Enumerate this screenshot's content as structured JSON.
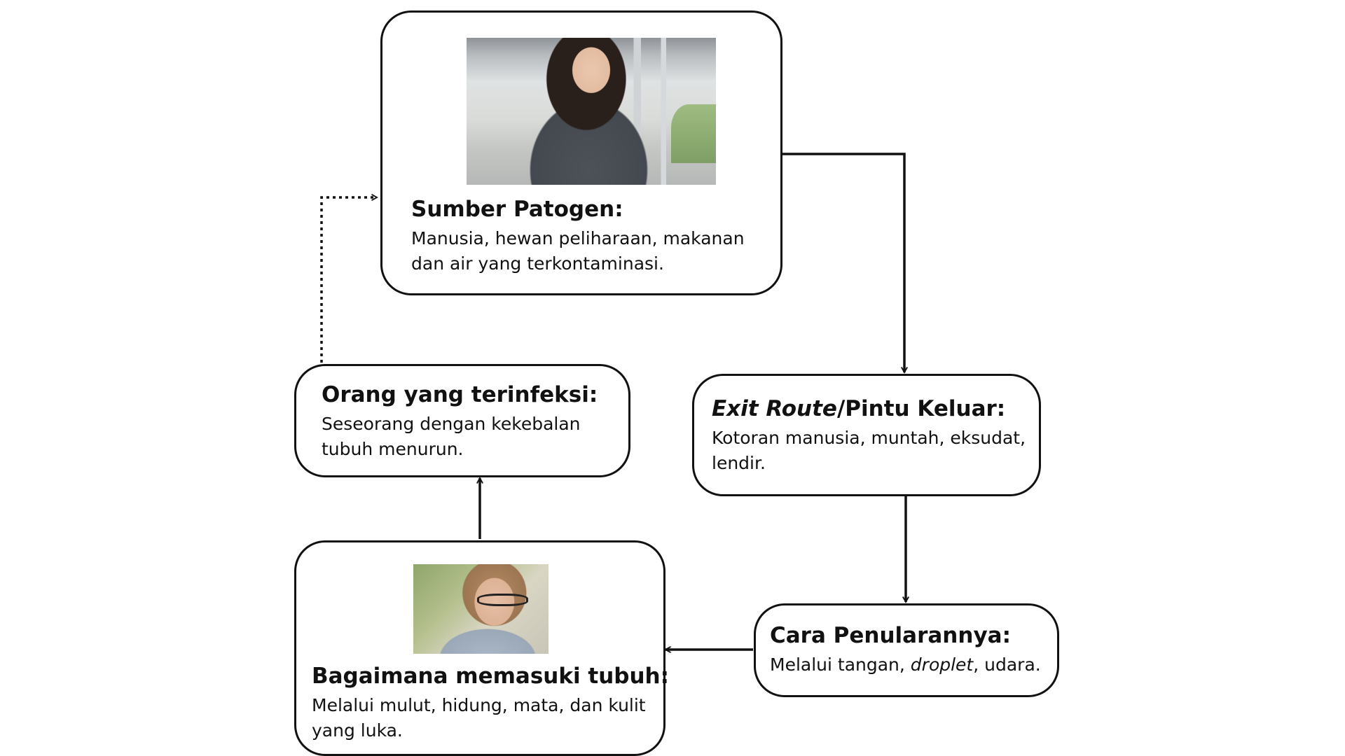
{
  "colors": {
    "stroke": "#111111",
    "background": "#ffffff"
  },
  "nodes": {
    "source": {
      "title": "Sumber Patogen:",
      "text": "Manusia, hewan peliharaan, makanan dan air yang terkontaminasi.",
      "image": "woman-coughing-photo"
    },
    "exit_route": {
      "title_italic": "Exit Route",
      "title_rest": "/Pintu Keluar:",
      "text": "Kotoran manusia, muntah, eksudat, lendir."
    },
    "transmission": {
      "title": "Cara Penularannya:",
      "text_before": "Melalui tangan, ",
      "text_italic": "droplet",
      "text_after": ", udara."
    },
    "entry": {
      "title": "Bagaimana memasuki tubuh:",
      "text": "Melalui mulut, hidung, mata, dan kulit yang luka.",
      "image": "woman-rubbing-eye-photo"
    },
    "host": {
      "title": "Orang yang terinfeksi:",
      "text": "Seseorang dengan kekebalan tubuh menurun."
    }
  },
  "edges": [
    {
      "from": "source",
      "to": "exit_route",
      "style": "solid"
    },
    {
      "from": "exit_route",
      "to": "transmission",
      "style": "solid"
    },
    {
      "from": "transmission",
      "to": "entry",
      "style": "solid"
    },
    {
      "from": "entry",
      "to": "host",
      "style": "solid"
    },
    {
      "from": "host",
      "to": "source",
      "style": "dotted"
    }
  ]
}
